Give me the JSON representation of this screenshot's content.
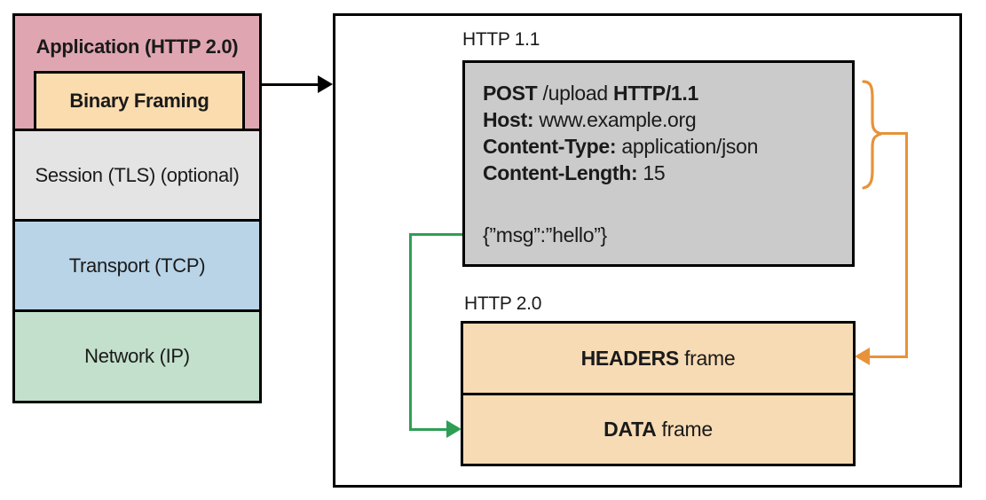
{
  "stack": {
    "application": {
      "label": "Application (HTTP 2.0)",
      "color": "#DFA6B1"
    },
    "binary_framing": {
      "label": "Binary Framing",
      "color": "#FBDCAE"
    },
    "session": {
      "label": "Session (TLS) (optional)",
      "color": "#E4E4E4"
    },
    "transport": {
      "label": "Transport (TCP)",
      "color": "#B9D4E7"
    },
    "network": {
      "label": "Network (IP)",
      "color": "#C2E0CB"
    }
  },
  "panel": {
    "http11_label": "HTTP 1.1",
    "request": {
      "method": "POST",
      "path": " /upload ",
      "version": "HTTP/1.1",
      "host_label": "Host:",
      "host_value": " www.example.org",
      "content_type_label": "Content-Type:",
      "content_type_value": " application/json",
      "content_length_label": "Content-Length:",
      "content_length_value": " 15",
      "body": "{”msg”:”hello”}",
      "background": "#CBCBCB"
    },
    "http20_label": "HTTP 2.0",
    "frames": [
      {
        "name": "HEADERS",
        "suffix": " frame"
      },
      {
        "name": "DATA",
        "suffix": " frame"
      }
    ],
    "frame_fill": "#F7DBB4"
  },
  "icons": {
    "headers_brace": "curly-brace-right",
    "stack_to_panel_arrow": "arrow-right",
    "headers_connector_arrow": "arrow-left",
    "data_connector_arrow": "arrow-right"
  },
  "colors": {
    "outline": "#000000",
    "headers_connector": "#E8923A",
    "data_connector": "#2E9E55"
  }
}
